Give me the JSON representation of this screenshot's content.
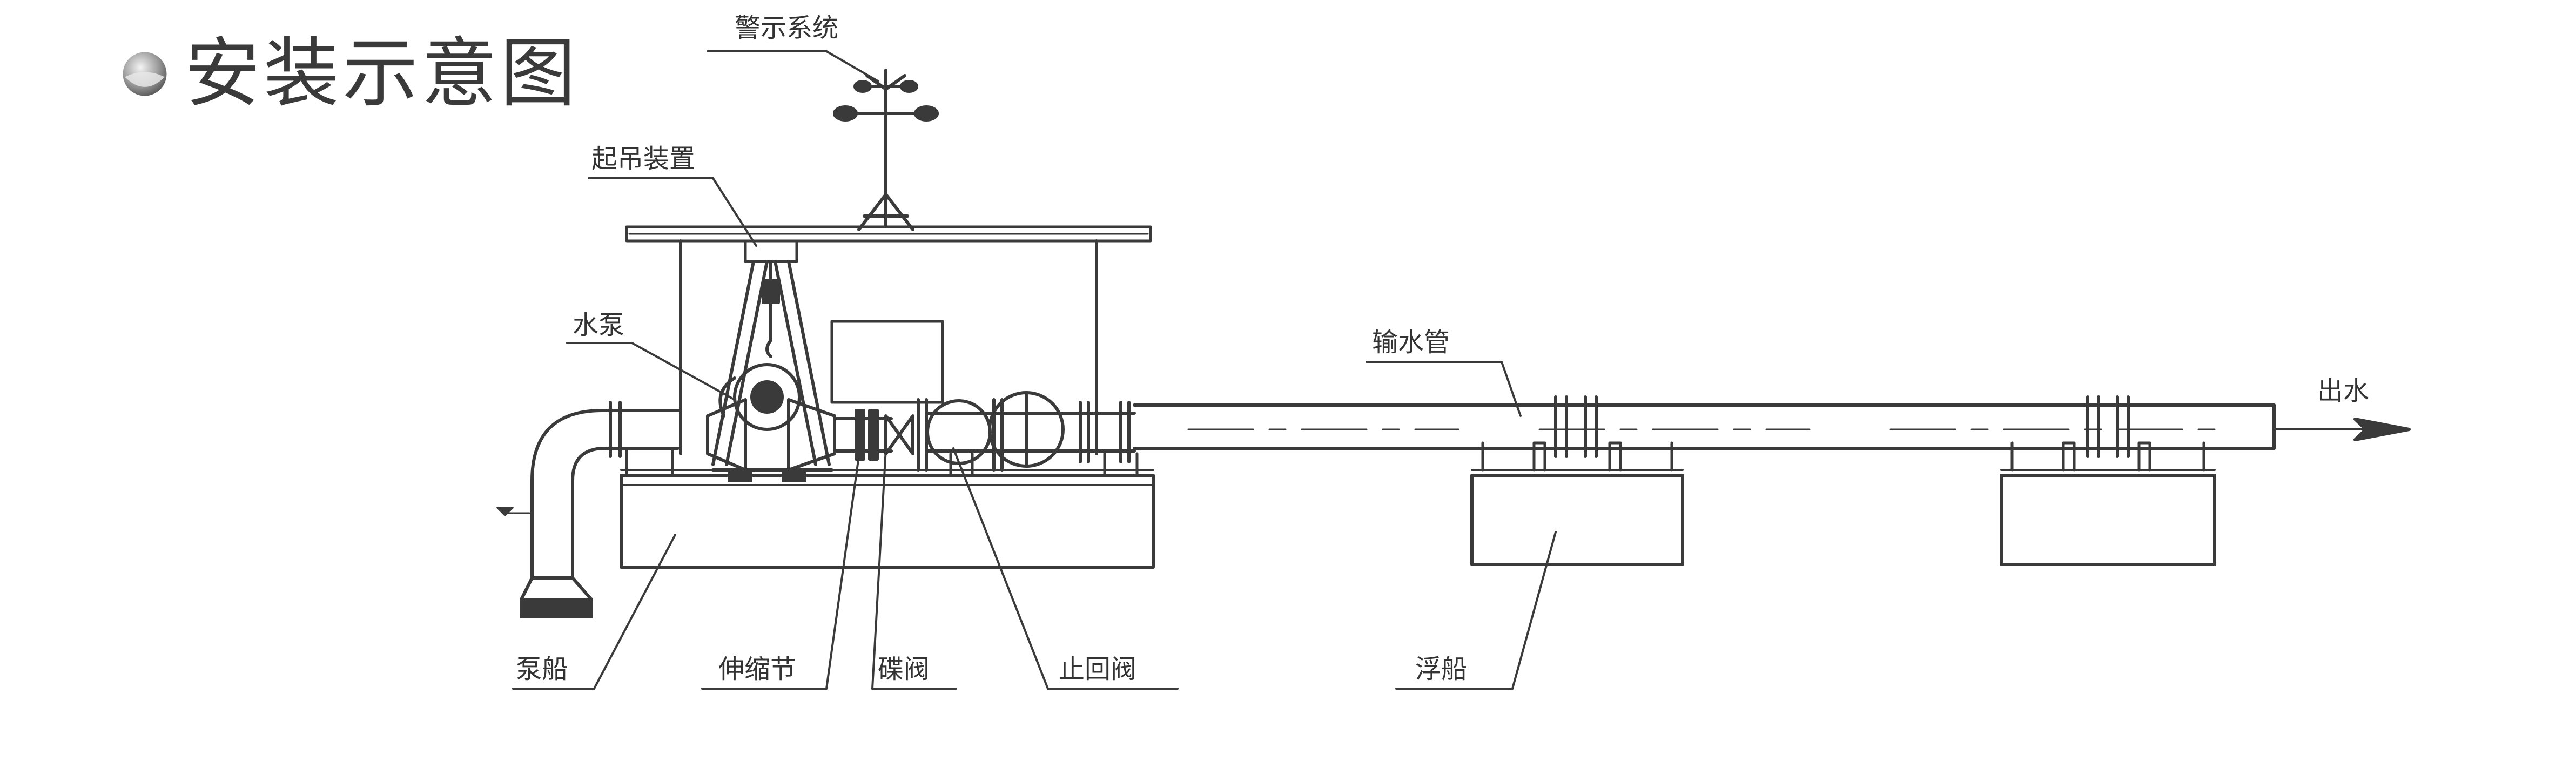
{
  "title": "安装示意图",
  "labels": {
    "warning_system": "警示系统",
    "lifting_device": "起吊装置",
    "water_pump": "水泵",
    "water_pipe": "输水管",
    "water_outlet": "出水",
    "pump_boat": "泵船",
    "expansion_joint": "伸缩节",
    "butterfly_valve": "碟阀",
    "check_valve": "止回阀",
    "float_boat": "浮船"
  },
  "colors": {
    "line": "#3a3a3a",
    "text": "#333333",
    "title": "#3a3a3a",
    "background": "#ffffff"
  }
}
